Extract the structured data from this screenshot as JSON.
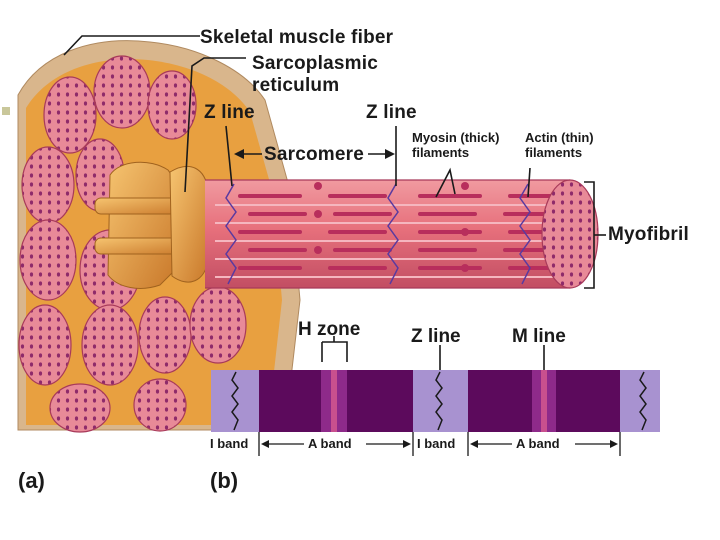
{
  "labels": {
    "skeletal_muscle_fiber": "Skeletal muscle fiber",
    "sarcoplasmic_1": "Sarcoplasmic",
    "sarcoplasmic_2": "reticulum",
    "z_line_left": "Z line",
    "z_line_right": "Z line",
    "sarcomere": "Sarcomere",
    "myosin_1": "Myosin (thick)",
    "myosin_2": "filaments",
    "actin_1": "Actin (thin)",
    "actin_2": "filaments",
    "myofibril": "Myofibril",
    "h_zone": "H zone",
    "z_line_b": "Z line",
    "m_line": "M line",
    "i_band_1": "I band",
    "a_band_1": "A band",
    "i_band_2": "I band",
    "a_band_2": "A band",
    "panel_a": "(a)",
    "panel_b": "(b)"
  },
  "colors": {
    "i_band": "#a892d0",
    "a_band": "#5c0a5c",
    "h_zone": "#8e2a8a",
    "m_line": "#c9508e",
    "myofibril": "#e7707c",
    "sarcoplasmic_reticulum": "#e8a040",
    "connective_tissue": "#d9b68c"
  }
}
